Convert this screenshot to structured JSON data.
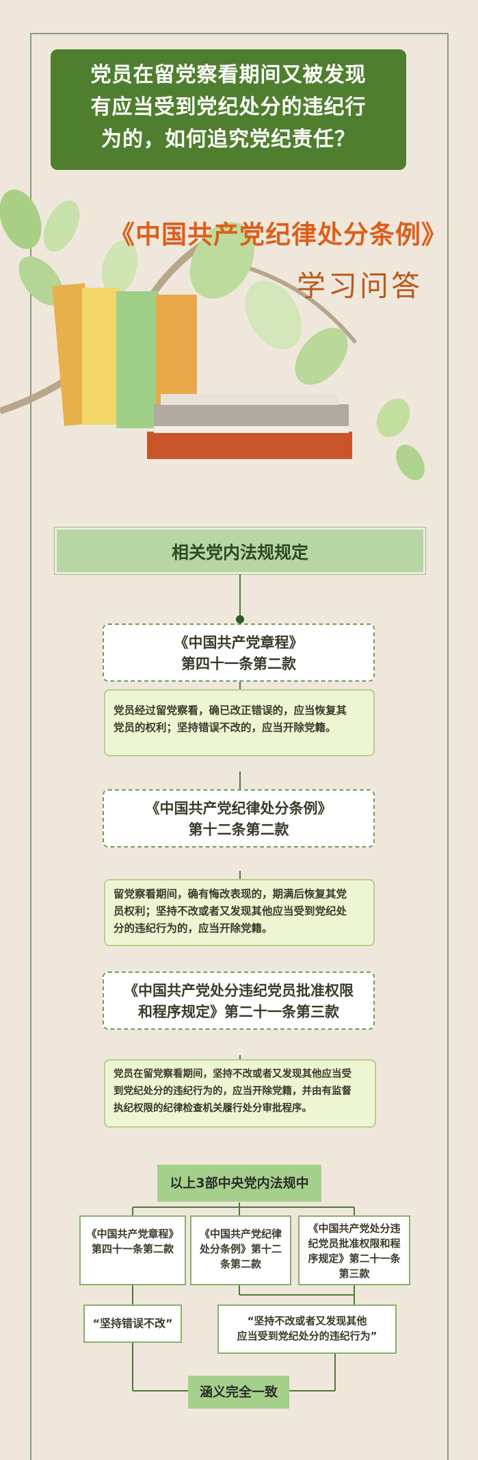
{
  "header": {
    "title_lines": [
      "党员在留党察看期间又被发现",
      "有应当受到党纪处分的违纪行",
      "为的，如何追究党纪责任？"
    ],
    "subtitle": "《中国共产党纪律处分条例》",
    "qa": "学习问答"
  },
  "section": {
    "title": "相关党内法规规定"
  },
  "rules": [
    {
      "lines": [
        "《中国共产党章程》",
        "第四十一条第二款"
      ],
      "note": [
        "党员经过留党察看，确已改正错误的，应当恢复其",
        "党员的权利；坚持错误不改的，应当开除党籍。"
      ]
    },
    {
      "lines": [
        "《中国共产党纪律处分条例》",
        "第十二条第二款"
      ],
      "note": [
        "留党察看期间，确有悔改表现的，期满后恢复其党",
        "员权利；坚持不改或者又发现其他应当受到党纪处",
        "分的违纪行为的，应当开除党籍。"
      ]
    },
    {
      "lines": [
        "《中国共产党处分违纪党员批准权限",
        "和程序规定》第二十一条第三款"
      ],
      "note": [
        "党员在留党察看期间，坚持不改或者又发现其他应当受",
        "到党纪处分的违纪行为的，应当开除党籍，并由有监督",
        "执纪权限的纪律检查机关履行处分审批程序。"
      ]
    }
  ],
  "summary": {
    "head": "以上3部中央党内法规中",
    "boxes": [
      [
        "《中国共产党章程》",
        "第四十一条第二款"
      ],
      [
        "《中国共产党纪律",
        "处分条例》第十二",
        "条第二款"
      ],
      [
        "《中国共产党处分违",
        "纪党员批准权限和程",
        "序规定》第二十一条",
        "第三款"
      ]
    ],
    "quote1": "“坚持错误不改”",
    "quote2": [
      "“坚持不改或者又发现其他",
      "应当受到党纪处分的违纪行为”"
    ],
    "conclusion": "涵义完全一致"
  }
}
